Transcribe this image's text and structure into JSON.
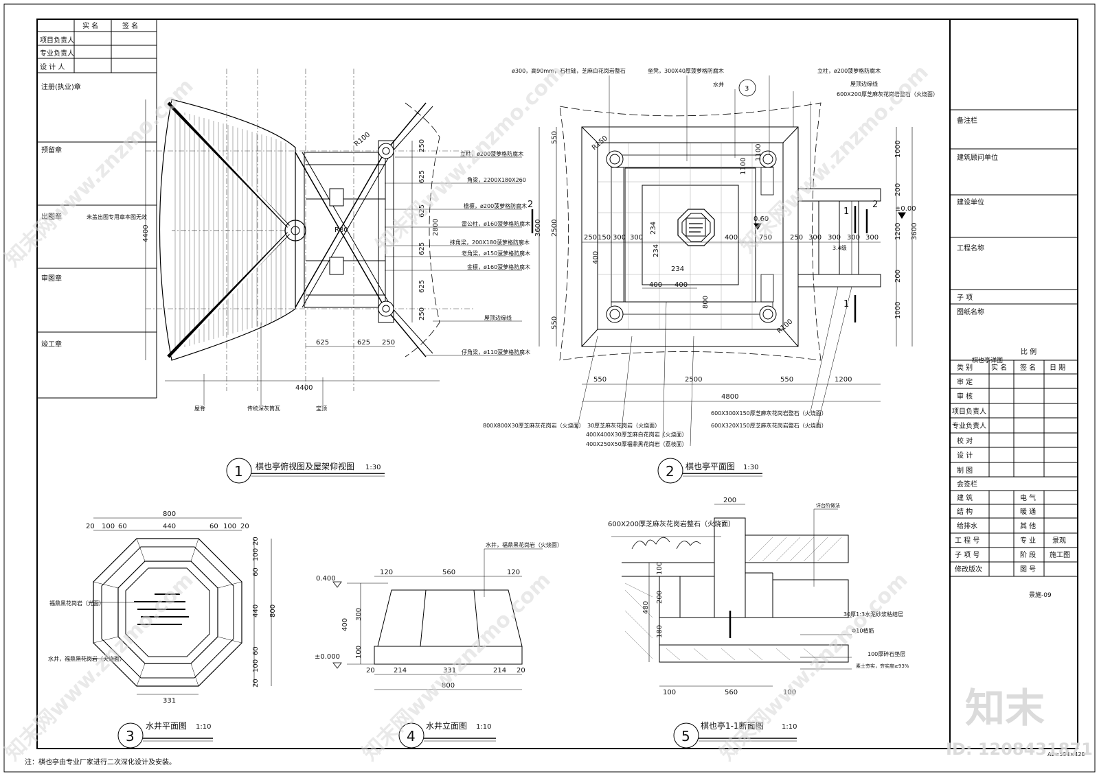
{
  "left_block": {
    "header": {
      "real_name": "实 名",
      "signature": "签 名"
    },
    "rows": [
      "项目负责人",
      "专业负责人",
      "设 计 人"
    ],
    "stamps": [
      "注册(执业)章",
      "预留章",
      "出图章",
      "审图章",
      "竣工章"
    ],
    "stamp_note": "未盖出图专用章本图无效"
  },
  "title_block": {
    "fields": [
      "备注栏",
      "建筑顾问单位",
      "建设单位",
      "工程名称",
      "子 项",
      "图纸名称"
    ],
    "drawing_name": "棋也亭详图",
    "scale_label": "比 例",
    "sign_header": [
      "类 别",
      "实 名",
      "签 名",
      "日 期"
    ],
    "sign_rows": [
      "审 定",
      "审 核",
      "项目负责人",
      "专业负责人",
      "校 对",
      "设 计",
      "制 图"
    ],
    "countersign": "会签栏",
    "disciplines": [
      [
        "建 筑",
        "电 气"
      ],
      [
        "结 构",
        "暖 通"
      ],
      [
        "给排水",
        "其 他"
      ]
    ],
    "project_rows": [
      [
        "工 程 号",
        "专 业",
        "景观"
      ],
      [
        "子 项 号",
        "阶 段",
        "施工图"
      ],
      [
        "修改版次",
        "图 号",
        ""
      ]
    ],
    "drawing_no": "景施-09",
    "paper": "A2=594×420"
  },
  "views": [
    {
      "num": "1",
      "title": "棋也亭俯视图及屋架仰视图",
      "scale": "1:30"
    },
    {
      "num": "2",
      "title": "棋也亭平面图",
      "scale": "1:30"
    },
    {
      "num": "3",
      "title": "水井平面图",
      "scale": "1:10"
    },
    {
      "num": "4",
      "title": "水井立面图",
      "scale": "1:10"
    },
    {
      "num": "5",
      "title": "棋也亭1-1断面图",
      "scale": "1:10"
    }
  ],
  "view1": {
    "labels": [
      "立柱，ø200菠萝格防腐木",
      "角梁，2200X180X260",
      "檐檩，ø200菠萝格防腐木",
      "雷公柱，ø160菠萝格防腐木",
      "抹角梁，200X180菠萝格防腐木",
      "老角梁，ø150菠萝格防腐木",
      "金檩，ø160菠萝格防腐木",
      "屋顶边缘线",
      "仔角梁，ø110菠萝格防腐木"
    ],
    "bottom_labels": [
      "屋脊",
      "传统深灰筒瓦",
      "宝顶"
    ],
    "dims_v": [
      "250",
      "625",
      "625",
      "625",
      "625",
      "250"
    ],
    "dims_h": [
      "625",
      "625",
      "250"
    ],
    "total": "4400",
    "total_h": "4400",
    "inner_v": "2800",
    "radius": "R100",
    "r_small": "R80"
  },
  "view2": {
    "top_labels": [
      "ø300，高90mm，石柱础，芝麻白花岗岩整石",
      "坐凳，300X40厚菠萝格防腐木",
      "水井",
      "立柱，ø200菠萝格防腐木",
      "屋顶边缘线",
      "600X200厚芝麻灰花岗岩整石（火烧面）"
    ],
    "bottom_labels": [
      "800X800X30厚芝麻灰花岗岩（火烧面）",
      "30厚芝麻灰花岗岩（火烧面）",
      "400X400X30厚芝麻白花岗岩（火烧面）",
      "400X250X50厚福鼎黑花岗岩（荔枝面）",
      "600X300X150厚芝麻灰花岗岩整石（火烧面）",
      "600X320X150厚芝麻灰花岗岩整石（火烧面）"
    ],
    "dims_bottom": [
      "550",
      "2500",
      "550",
      "1200"
    ],
    "total_bottom": "4800",
    "dims_row": [
      "250",
      "150",
      "300",
      "300",
      "234",
      "400",
      "750",
      "250",
      "300",
      "300",
      "300",
      "300"
    ],
    "dims_left": [
      "550",
      "2500",
      "550"
    ],
    "total_left": "3600",
    "dims_right": [
      "1000",
      "1100",
      "200",
      "1200",
      "200",
      "1000"
    ],
    "total_right": "3600",
    "inner_dims": [
      "400",
      "400",
      "234",
      "234",
      "400",
      "800",
      "1100"
    ],
    "levels": [
      "0.60",
      "±0.00"
    ],
    "stairs": "3.4级",
    "section_marks": [
      "2",
      "2",
      "1",
      "1"
    ],
    "radius": [
      "R150",
      "R100"
    ],
    "well_ref": "3"
  },
  "view3": {
    "top_dims": [
      "20",
      "100",
      "60",
      "440",
      "60",
      "100",
      "20"
    ],
    "total": "800",
    "right_dims": [
      "20",
      "100",
      "60",
      "440",
      "60",
      "100",
      "20"
    ],
    "total_right": "800",
    "bottom_dim": "331",
    "labels": [
      "福鼎黑花岗岩（光面）",
      "水井，福鼎黑花岗岩（火烧面）"
    ]
  },
  "view4": {
    "top_dims": [
      "120",
      "560",
      "120"
    ],
    "bottom_dims": [
      "20",
      "214",
      "331",
      "214",
      "20"
    ],
    "total": "800",
    "left_dims": [
      "300",
      "400",
      "100"
    ],
    "levels": [
      "0.400",
      "±0.000"
    ],
    "label": "水井，福鼎黑花岗岩（火烧面）"
  },
  "view5": {
    "top_dim": "200",
    "labels": [
      "600X200厚芝麻灰花岗岩整石（火烧面）",
      "详台阶做法",
      "30厚1:3水泥砂浆粘结层",
      "Φ10植筋",
      "100厚碎石垫层",
      "素土夯实，夯实度≥93%"
    ],
    "left_dims": [
      "100",
      "200",
      "480",
      "180"
    ],
    "bottom_dims": [
      "100",
      "560",
      "100"
    ]
  },
  "footer_note": "注：棋也亭由专业厂家进行二次深化设计及安装。",
  "watermark": {
    "logo": "知末",
    "id": "ID: 1208431871",
    "site": "知末网www.znzmo.com"
  }
}
